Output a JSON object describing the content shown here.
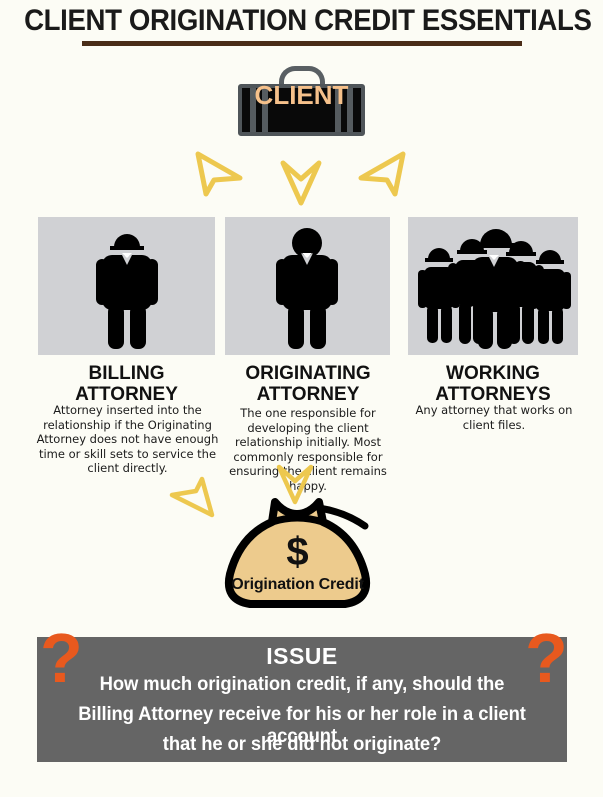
{
  "header": {
    "title": "CLIENT ORIGINATION CREDIT ESSENTIALS",
    "rule_color": "#4a2d18"
  },
  "client": {
    "label": "CLIENT",
    "icon": "briefcase-icon",
    "text_color": "#f6c18b",
    "case_color": "#4f5559"
  },
  "arrows": {
    "color": "#edc84f",
    "top_left": "arrow-down-left",
    "top_center": "arrow-down",
    "top_right": "arrow-down-right",
    "billing_to_bag": "arrow-down-right",
    "originating_to_bag": "arrow-down"
  },
  "columns": [
    {
      "id": "billing",
      "icon": "person-with-hardhat-icon",
      "heading_line1": "BILLING",
      "heading_line2": "ATTORNEY",
      "body": "Attorney inserted into the relationship if the Originating Attorney does not have enough time or skill sets to service the client directly."
    },
    {
      "id": "originating",
      "icon": "person-icon",
      "heading_line1": "ORIGINATING",
      "heading_line2": "ATTORNEY",
      "body": "The one responsible for developing the client relationship initially. Most commonly responsible for ensuring the client remains happy."
    },
    {
      "id": "working",
      "icon": "group-of-people-icon",
      "heading_line1": "WORKING",
      "heading_line2": "ATTORNEYS",
      "body": "Any attorney that works on client files."
    }
  ],
  "money_bag": {
    "icon": "money-bag-icon",
    "amount_symbol": "$",
    "label": "Origination Credit",
    "fill_color": "#edcb8d"
  },
  "issue": {
    "title": "ISSUE",
    "line1": "How much origination credit, if any,  should the",
    "line2": "Billing Attorney receive for his or her role in a client account",
    "line3": "that he or she did not originate?",
    "question_mark": "?",
    "box_color": "#656565",
    "accent_color": "#e8591e"
  }
}
